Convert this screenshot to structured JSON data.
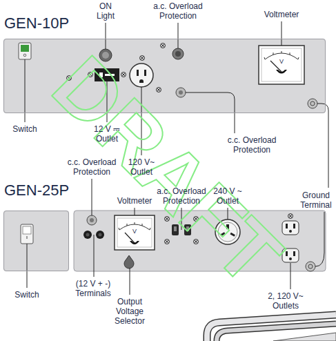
{
  "diagram": {
    "nodes": [
      {
        "text": [
          "GEN-10P"
        ]
      },
      {
        "text": [
          "GEN-25P"
        ]
      }
    ],
    "labels": [
      "DRAFT",
      "ON Light",
      "a.c. Overload Protection",
      "Voltmeter",
      "V",
      "Switch",
      "12 V ⎓ Outlet",
      "120 V~ Outlet",
      "c.c. Overload Protection",
      "Ground Terminal",
      "c.c. Overload Protection",
      "Voltmeter",
      "V",
      "a.c. Overload Protection",
      "240 V ~ Outlet",
      "Switch",
      "(12 V + -) Terminals",
      "Output Voltage Selector",
      "2, 120 V~ Outlets"
    ]
  }
}
